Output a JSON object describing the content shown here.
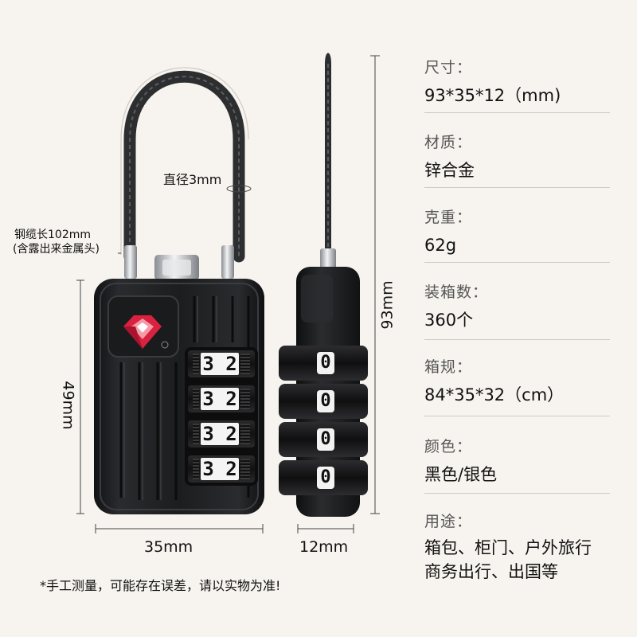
{
  "annotations": {
    "diameter": "直径3mm",
    "cable_length_line1": "钢缆长102mm",
    "cable_length_line2": "(含露出来金属头)",
    "height": "49mm",
    "total_height": "93mm",
    "width": "35mm",
    "thickness": "12mm",
    "disclaimer": "*手工测量，可能存在误差，请以实物为准!"
  },
  "dials_front": [
    "3 2",
    "3 2",
    "3 2",
    "3 2"
  ],
  "dials_side": [
    "0",
    "0",
    "0",
    "0"
  ],
  "specs": [
    {
      "label": "尺寸：",
      "value": "93*35*12（mm)"
    },
    {
      "label": "材质：",
      "value": "锌合金"
    },
    {
      "label": "克重：",
      "value": "62g"
    },
    {
      "label": "装箱数：",
      "value": "360个"
    },
    {
      "label": "箱规：",
      "value": "84*35*32（cm）"
    },
    {
      "label": "颜色：",
      "value": "黑色/银色"
    },
    {
      "label": "用途：",
      "value_lines": [
        "箱包、柜门、户外旅行",
        "商务出行、出国等"
      ]
    }
  ],
  "colors": {
    "background": "#f7f4ef",
    "lock_body": "#1d1e20",
    "tsa_logo": "#d9223f",
    "divider": "#cfcac2"
  }
}
